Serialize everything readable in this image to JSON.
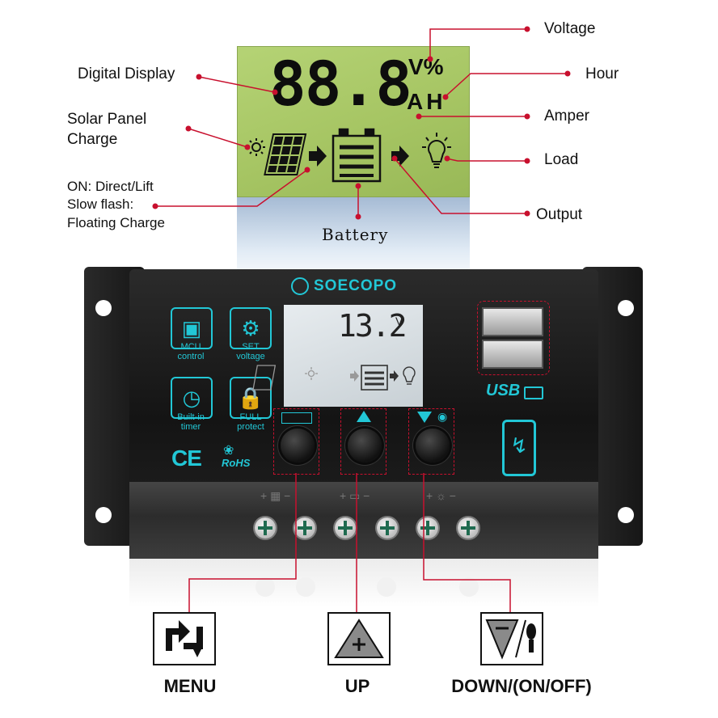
{
  "labels": {
    "voltage": "Voltage",
    "hour": "Hour",
    "amper": "Amper",
    "load": "Load",
    "output": "Output",
    "digital_display": "Digital Display",
    "solar_panel_line1": "Solar Panel",
    "solar_panel_line2": "Charge",
    "on_line1": "ON: Direct/Lift",
    "on_line2": "Slow flash:",
    "on_line3": "Floating Charge",
    "battery": "Battery"
  },
  "lcd_top": {
    "digits": "88.8",
    "unit_top": "V%",
    "unit_bottom": "AH"
  },
  "device": {
    "brand": "SOECOPO",
    "lcd_value": "13.2",
    "lcd_unit": "V",
    "features": [
      {
        "line1": "MCU",
        "line2": "control"
      },
      {
        "line1": "SET",
        "line2": "voltage"
      },
      {
        "line1": "Built-in",
        "line2": "timer"
      },
      {
        "line1": "FULL",
        "line2": "protect"
      }
    ],
    "ce_mark": "CE",
    "rohs": "RoHS",
    "usb": "USB"
  },
  "buttons": {
    "menu": "MENU",
    "up": "UP",
    "down": "DOWN/(ON/OFF)"
  },
  "colors": {
    "accent": "#c8102e",
    "lcd_green": "#a9c86b",
    "cyan": "#22c7d6"
  }
}
